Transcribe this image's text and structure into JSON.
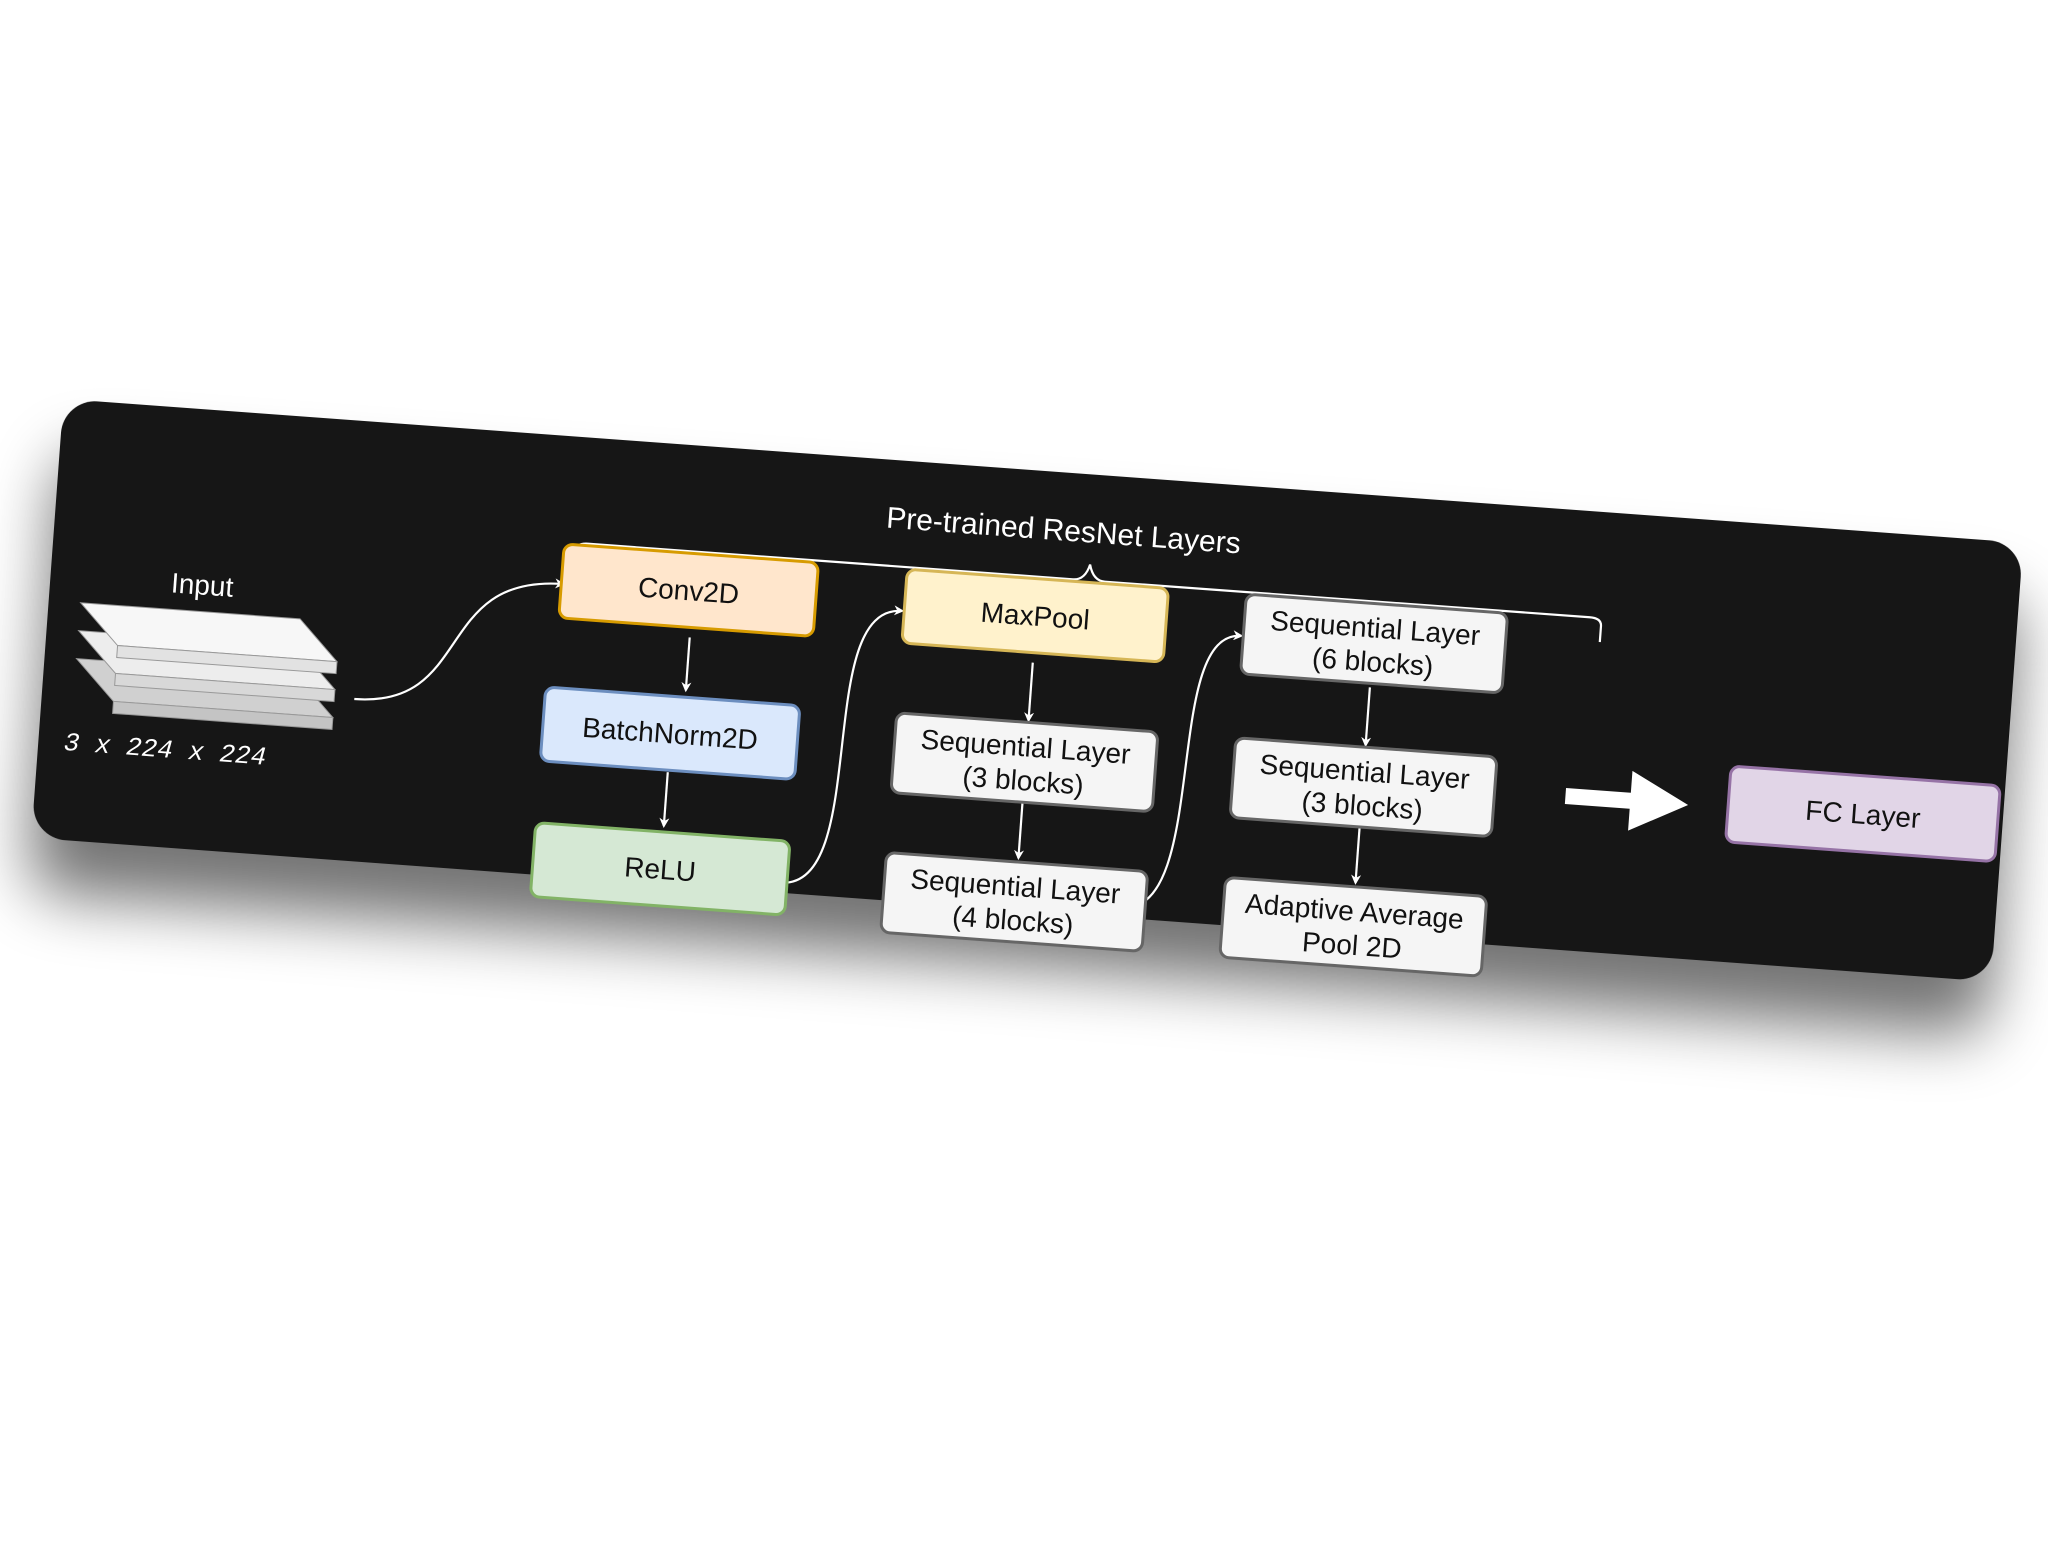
{
  "diagram": {
    "group_label": "Pre-trained ResNet Layers",
    "input": {
      "label": "Input",
      "shape": "3 x 224 x 224"
    },
    "nodes": {
      "conv2d": {
        "label": "Conv2D",
        "fill": "#FFE6CC",
        "stroke": "#D79B00"
      },
      "batchnorm": {
        "label": "BatchNorm2D",
        "fill": "#DAE8FC",
        "stroke": "#6C8EBF"
      },
      "relu": {
        "label": "ReLU",
        "fill": "#D5E8D4",
        "stroke": "#82B366"
      },
      "maxpool": {
        "label": "MaxPool",
        "fill": "#FFF2CC",
        "stroke": "#D6B656"
      },
      "seq3": {
        "line1": "Sequential Layer",
        "line2": "(3 blocks)",
        "fill": "#F5F5F5",
        "stroke": "#666666"
      },
      "seq4": {
        "line1": "Sequential Layer",
        "line2": "(4 blocks)",
        "fill": "#F5F5F5",
        "stroke": "#666666"
      },
      "seq6": {
        "line1": "Sequential Layer",
        "line2": "(6 blocks)",
        "fill": "#F5F5F5",
        "stroke": "#666666"
      },
      "seq3b": {
        "line1": "Sequential Layer",
        "line2": "(3 blocks)",
        "fill": "#F5F5F5",
        "stroke": "#666666"
      },
      "avgpool": {
        "line1": "Adaptive Average",
        "line2": "Pool 2D",
        "fill": "#F5F5F5",
        "stroke": "#666666"
      },
      "fc": {
        "label": "FC Layer",
        "fill": "#E1D5E7",
        "stroke": "#9673A6"
      }
    },
    "colors": {
      "canvas": "#121212",
      "text_on_dark": "#FFFFFF",
      "text_on_node": "#111111",
      "arrow": "#FFFFFF"
    }
  }
}
